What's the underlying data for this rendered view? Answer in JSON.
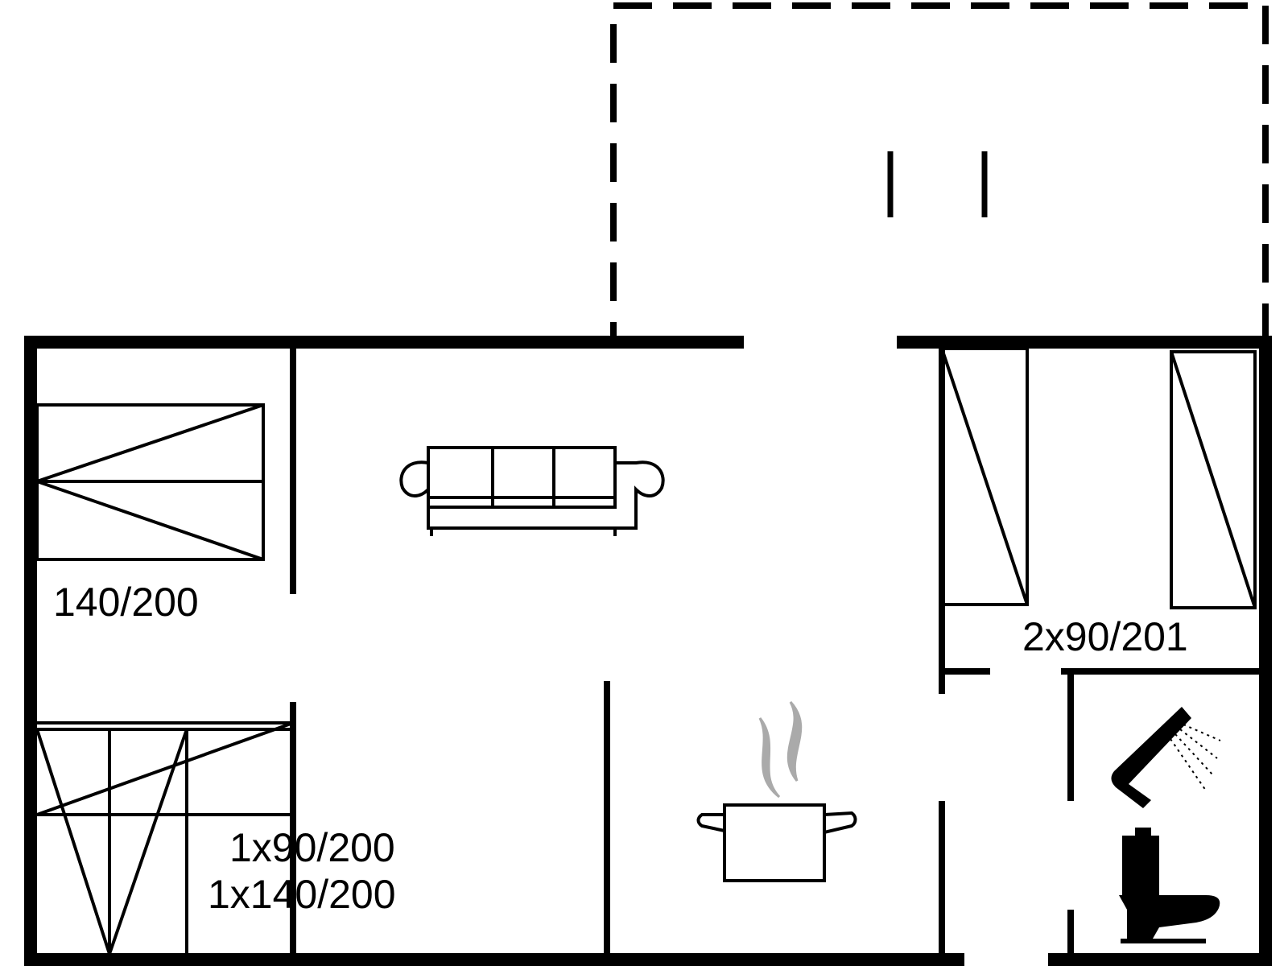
{
  "floorplan": {
    "rooms": {
      "bedroom_top_left": {
        "bed_size": "140/200"
      },
      "bedroom_bottom_left": {
        "bed_size_single": "1x90/200",
        "bed_size_double": "1x140/200"
      },
      "bedroom_right": {
        "bed_size": "2x90/201"
      },
      "living_room": {
        "furniture": "sofa-icon"
      },
      "kitchen": {
        "furniture": "cooking-pot-icon"
      },
      "bathroom": {
        "fixtures": [
          "shower-icon",
          "toilet-icon"
        ]
      },
      "terrace": {
        "outline": "dashed"
      }
    },
    "colors": {
      "wall": "#000000",
      "steam": "#aaaaaa",
      "background": "#ffffff"
    }
  }
}
